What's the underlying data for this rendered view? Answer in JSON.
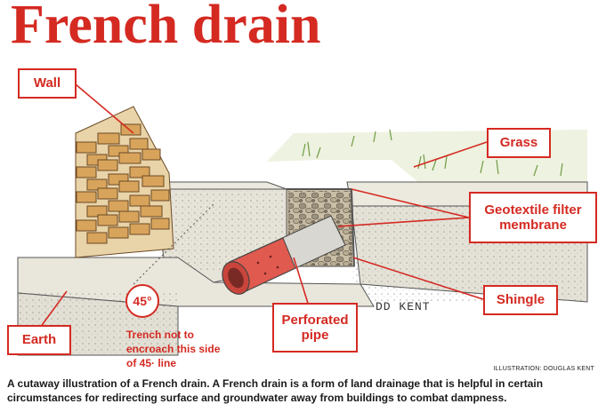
{
  "title": "French drain",
  "labels": {
    "wall": "Wall",
    "grass": "Grass",
    "geotextile": "Geotextile filter membrane",
    "shingle": "Shingle",
    "earth": "Earth",
    "perforated_pipe": "Perforated pipe",
    "angle": "45°"
  },
  "note": "Trench not to encroach this side of 45· line",
  "signature": "DD KENT",
  "credit": "ILLUSTRATION: DOUGLAS KENT",
  "caption": "A cutaway illustration of a French drain. A French drain is a form of land drainage that is helpful in certain circumstances for redirecting surface and groundwater away from buildings to combat dampness.",
  "colors": {
    "accent": "#d42a22",
    "brick": "#d8a45c",
    "soil": "#e3e0d6",
    "grass": "#7fae4f",
    "pipe": "#e05a4f"
  }
}
